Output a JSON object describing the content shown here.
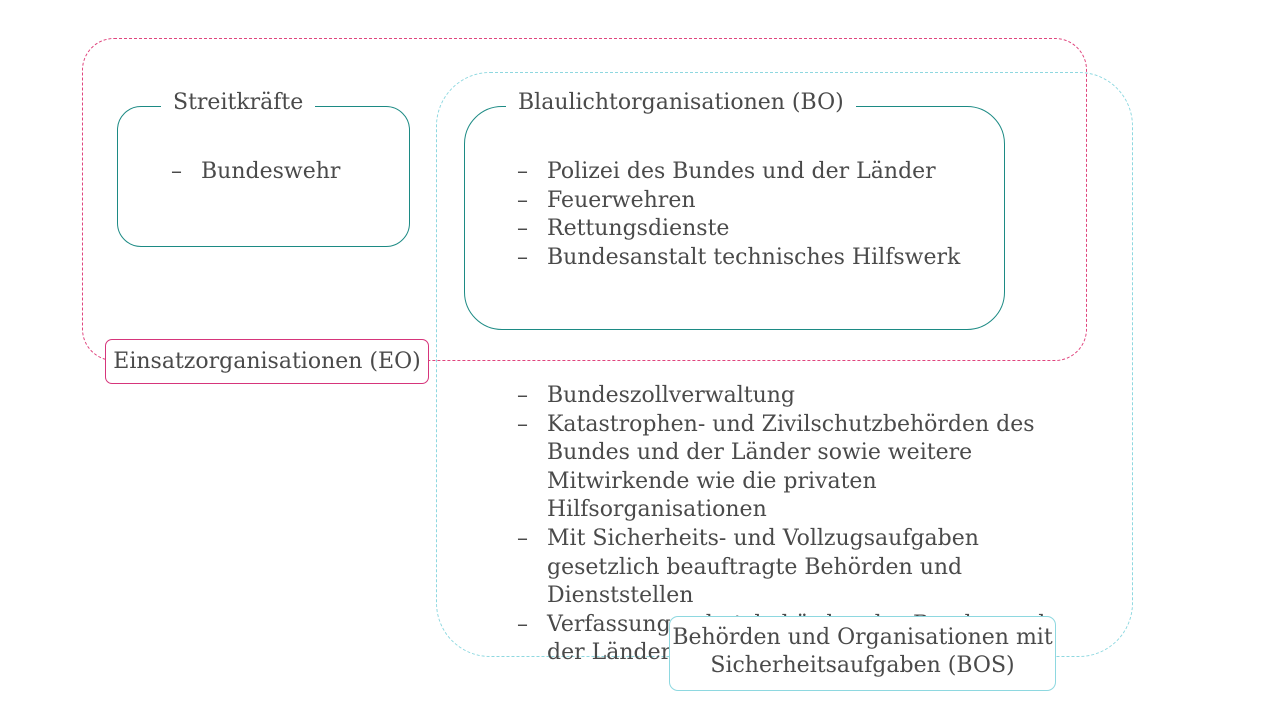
{
  "groups": {
    "einsatzorganisationen": {
      "label": "Einsatzorganisationen (EO)",
      "color": "#e0457e"
    },
    "bos": {
      "label_line1": "Behörden und Organisationen mit",
      "label_line2": "Sicherheitsaufgaben (BOS)",
      "color": "#8ed8e0",
      "items": [
        "Bundeszollverwaltung",
        "Katastrophen- und Zivilschutzbehörden des Bundes und der Länder sowie weitere Mitwirkende wie die privaten Hilfsorganisationen",
        "Mit Sicherheits- und Vollzugsaufgaben gesetzlich beauftragte Behörden und Dienststellen",
        "Verfassungsschutzbehörden des Bundes und der Länder"
      ]
    },
    "streitkraefte": {
      "title": "Streitkräfte",
      "color": "#1c8a84",
      "items": [
        "Bundeswehr"
      ]
    },
    "blaulichtorganisationen": {
      "title": "Blaulichtorganisationen (BO)",
      "color": "#1c8a84",
      "items": [
        "Polizei des Bundes und der Länder",
        "Feuerwehren",
        "Rettungsdienste",
        "Bundesanstalt technisches Hilfswerk"
      ]
    }
  }
}
